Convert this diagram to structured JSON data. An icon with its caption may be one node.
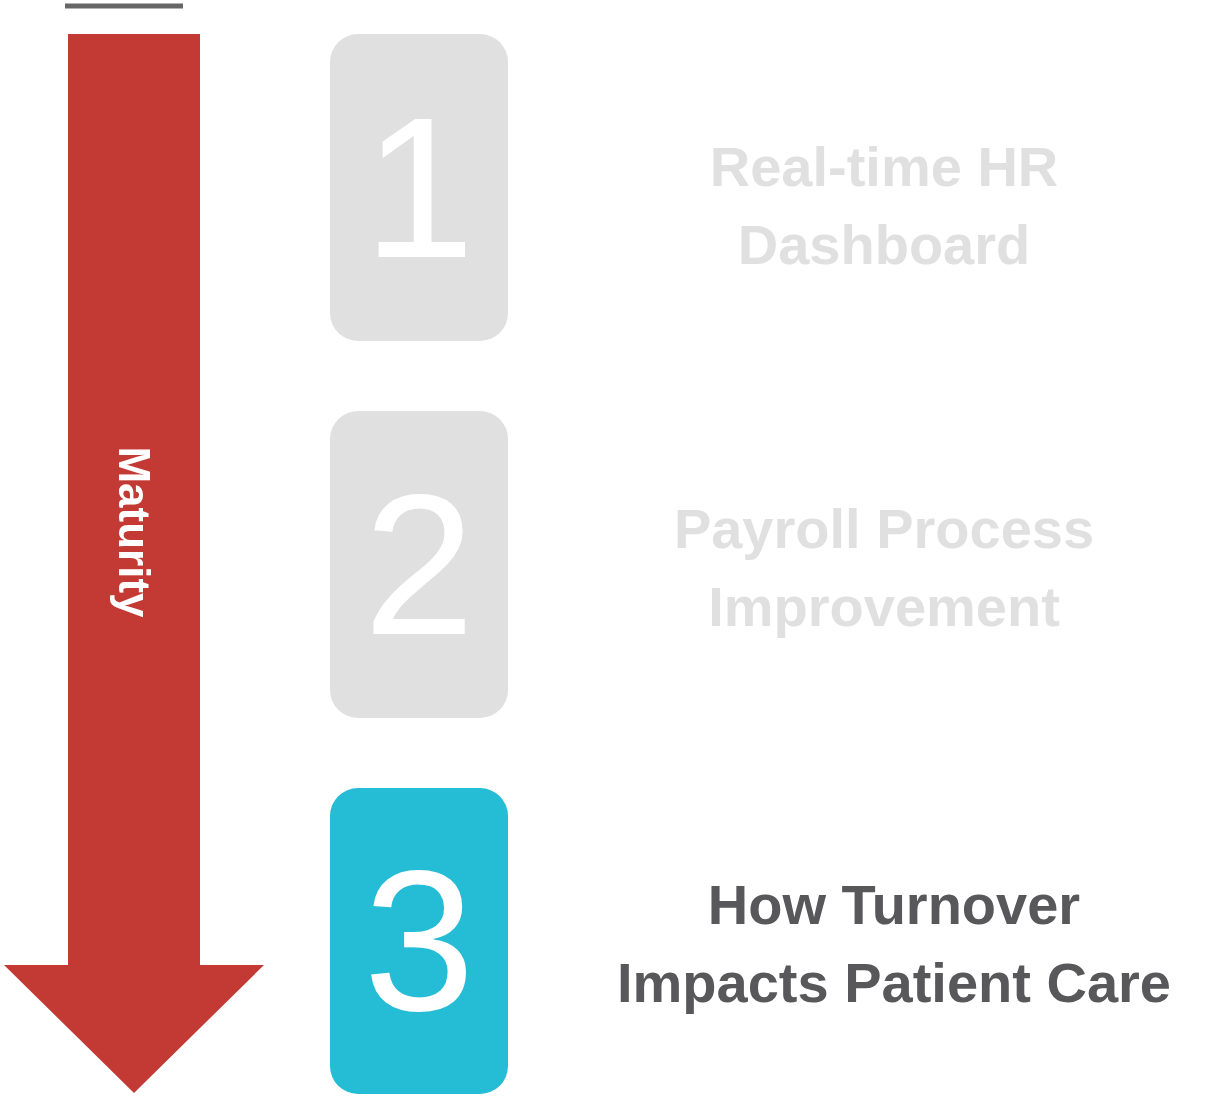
{
  "diagram": {
    "nodes": [
      {
        "text": [
          "Maturity"
        ]
      },
      {
        "text": [
          "1"
        ],
        "beside": [
          "Real-time HR Dashboard"
        ]
      },
      {
        "text": [
          "2"
        ],
        "beside": [
          "Payroll Process Improvement"
        ]
      },
      {
        "text": [
          "3"
        ],
        "beside": [
          "How Turnover Impacts Patient Care"
        ]
      }
    ]
  }
}
